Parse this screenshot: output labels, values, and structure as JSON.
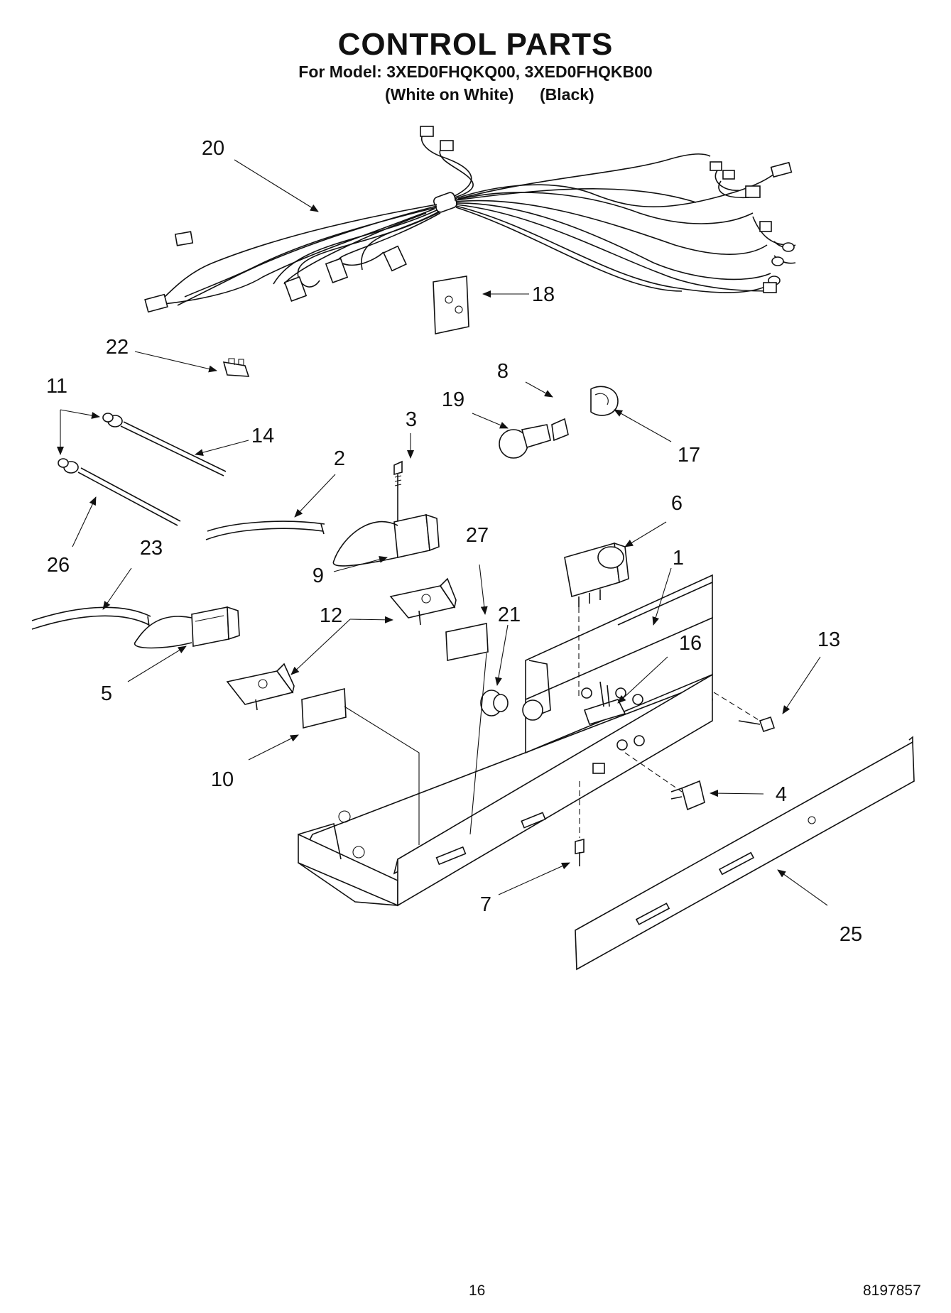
{
  "header": {
    "title": "CONTROL PARTS",
    "model_line": "For Model: 3XED0FHQKQ00, 3XED0FHQKB00",
    "variant_1": "(White on White)",
    "variant_2": "(Black)"
  },
  "callouts": [
    "1",
    "2",
    "3",
    "4",
    "5",
    "6",
    "7",
    "8",
    "9",
    "10",
    "11",
    "12",
    "13",
    "14",
    "16",
    "17",
    "18",
    "19",
    "20",
    "21",
    "22",
    "23",
    "25",
    "26",
    "27"
  ],
  "footer": {
    "page_number": "16",
    "document_number": "8197857"
  }
}
